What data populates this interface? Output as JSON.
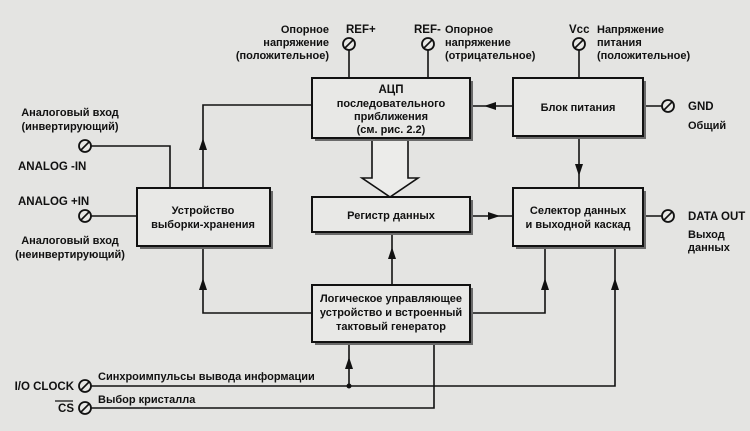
{
  "blocks": {
    "adc": [
      "АЦП",
      "последовательного",
      "приближения",
      "(см. рис. 2.2)"
    ],
    "power": [
      "Блок питания"
    ],
    "sample_hold": [
      "Устройство",
      "выборки-хранения"
    ],
    "register": [
      "Регистр данных"
    ],
    "selector": [
      "Селектор данных",
      "и выходной каскад"
    ],
    "logic": [
      "Логическое управляющее",
      "устройство и встроенный",
      "тактовый генератор"
    ]
  },
  "pins": {
    "ref_plus": {
      "name": "REF+",
      "desc": [
        "Опорное",
        "напряжение",
        "(положительное)"
      ]
    },
    "ref_minus": {
      "name": "REF-",
      "desc": [
        "Опорное",
        "напряжение",
        "(отрицательное)"
      ]
    },
    "vcc": {
      "name": "Vcc",
      "desc": [
        "Напряжение",
        "питания",
        "(положительное)"
      ]
    },
    "gnd": {
      "name": "GND",
      "desc": [
        "Общий"
      ]
    },
    "data_out": {
      "name": "DATA OUT",
      "desc": [
        "Выход",
        "данных"
      ]
    },
    "analog_minus": {
      "name": "ANALOG -IN",
      "desc": [
        "Аналоговый вход",
        "(инвертирующий)"
      ]
    },
    "analog_plus": {
      "name": "ANALOG +IN",
      "desc": [
        "Аналоговый вход",
        "(неинвертирующий)"
      ]
    },
    "io_clock": {
      "name": "I/O CLOCK",
      "desc": [
        "Синхроимпульсы вывода информации"
      ]
    },
    "cs": {
      "name": "CS",
      "desc": [
        "Выбор кристалла"
      ]
    }
  }
}
